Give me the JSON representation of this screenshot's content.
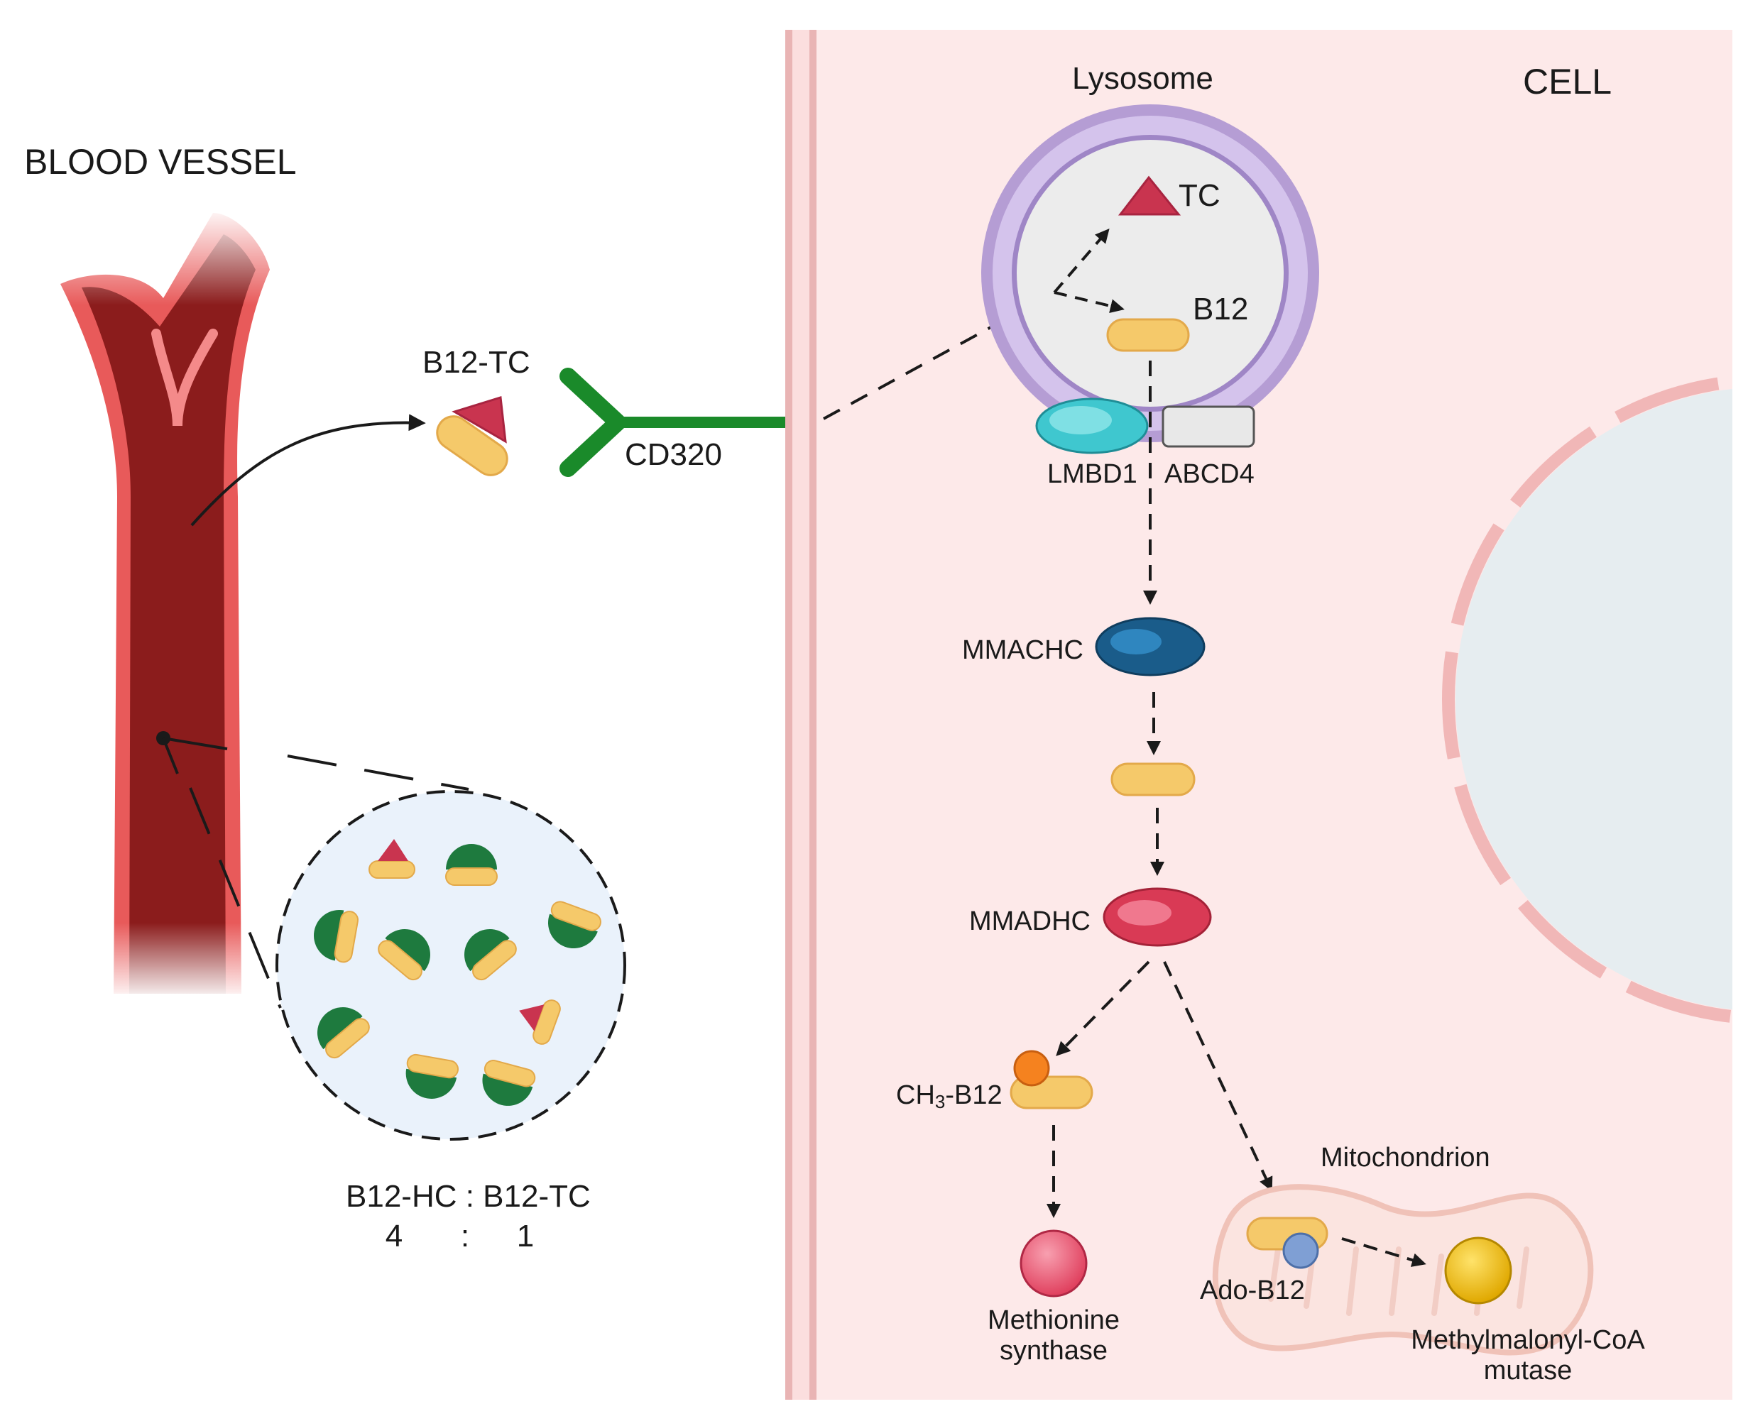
{
  "labels": {
    "blood_vessel": "BLOOD VESSEL",
    "cell": "CELL",
    "lysosome": "Lysosome",
    "tc": "TC",
    "b12": "B12",
    "b12_tc": "B12-TC",
    "cd320": "CD320",
    "lmbd1": "LMBD1",
    "abcd4": "ABCD4",
    "mmachc": "MMACHC",
    "mmadhc": "MMADHC",
    "ch3_b12_prefix": "CH",
    "ch3_b12_sub": "3",
    "ch3_b12_suffix": "-B12",
    "methionine_synthase_line1": "Methionine",
    "methionine_synthase_line2": "synthase",
    "mitochondrion": "Mitochondrion",
    "ado_b12": "Ado-B12",
    "mcm_line1": "Methylmalonyl-CoA",
    "mcm_line2": "mutase",
    "ratio_label": "B12-HC : B12-TC",
    "ratio_left": "4",
    "ratio_colon": ":",
    "ratio_right": "1"
  },
  "colors": {
    "vessel_dark": "#8b1c1c",
    "vessel_light": "#e85a5a",
    "cell_bg": "#fde9e9",
    "lysosome_membrane": "#c8b4e4",
    "lysosome_inner": "#ececec",
    "b12_yellow": "#f5c96a",
    "tc_red": "#c9344f",
    "hc_green": "#1e7a3e",
    "cd320_green": "#1a8a2a",
    "lmbd1_teal": "#3fc7cf",
    "mmachc_blue": "#1a5c8a",
    "mmadhc_red": "#d93a55",
    "methyl_orange": "#f5821f",
    "ado_blue": "#7f9fd4",
    "methionine_pink": "#ec5775",
    "mcm_yellow": "#f7c800",
    "nucleus": "#e6edf0",
    "mito": "#f5d0c8"
  }
}
